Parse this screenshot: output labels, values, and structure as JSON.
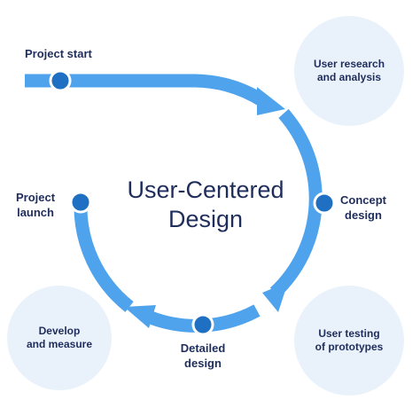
{
  "diagram": {
    "title_line1": "User-Centered",
    "title_line2": "Design",
    "steps": {
      "project_start": "Project start",
      "concept_design_line1": "Concept",
      "concept_design_line2": "design",
      "detailed_design_line1": "Detailed",
      "detailed_design_line2": "design",
      "project_launch_line1": "Project",
      "project_launch_line2": "launch"
    },
    "bubbles": {
      "user_research_line1": "User research",
      "user_research_line2": "and analysis",
      "user_testing_line1": "User testing",
      "user_testing_line2": "of prototypes",
      "develop_line1": "Develop",
      "develop_line2": "and measure"
    }
  },
  "colors": {
    "path": "#4ea3ec",
    "path_highlight": "#7fbff2",
    "node": "#1f6fc2",
    "node_ring": "#ffffff",
    "bubble": "#e9f2fb",
    "text": "#1f2d5c"
  }
}
